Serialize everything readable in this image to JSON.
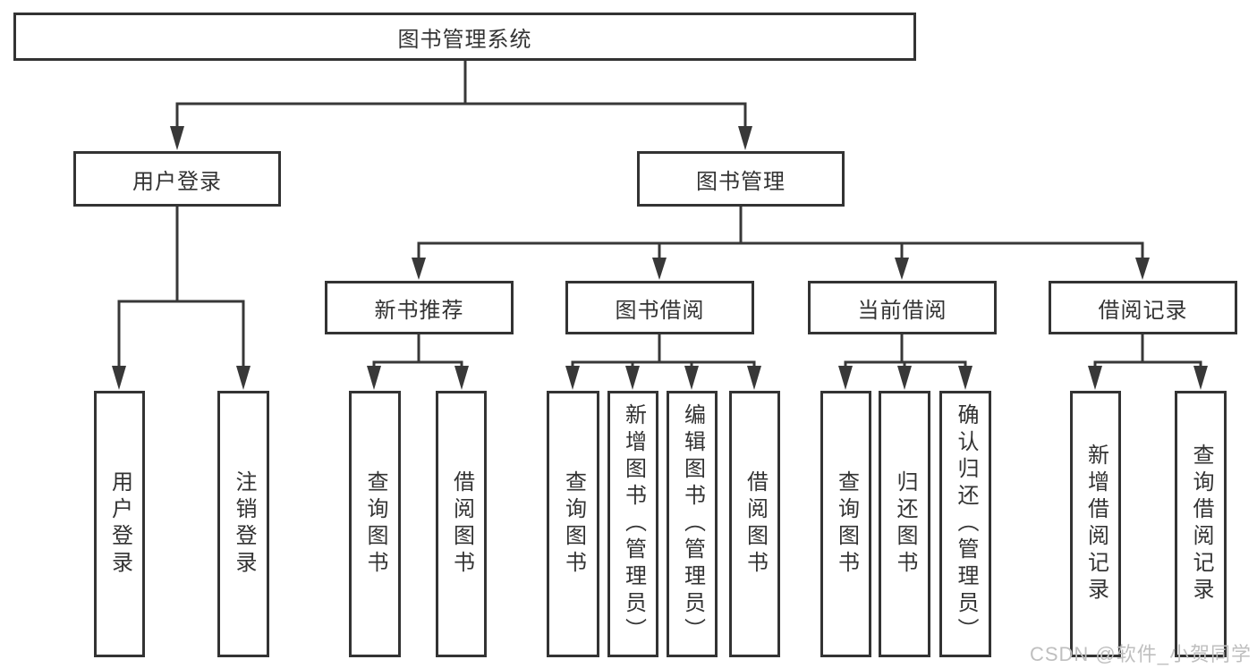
{
  "diagram": {
    "root": {
      "label": "图书管理系统",
      "children": [
        {
          "label": "用户登录",
          "children": [
            {
              "label": "用户登录"
            },
            {
              "label": "注销登录"
            }
          ]
        },
        {
          "label": "图书管理",
          "children": [
            {
              "label": "新书推荐",
              "children": [
                {
                  "label": "查询图书"
                },
                {
                  "label": "借阅图书"
                }
              ]
            },
            {
              "label": "图书借阅",
              "children": [
                {
                  "label": "查询图书"
                },
                {
                  "label": "新增图书（管理员）"
                },
                {
                  "label": "编辑图书（管理员）"
                },
                {
                  "label": "借阅图书"
                }
              ]
            },
            {
              "label": "当前借阅",
              "children": [
                {
                  "label": "查询图书"
                },
                {
                  "label": "归还图书"
                },
                {
                  "label": "确认归还（管理员）"
                }
              ]
            },
            {
              "label": "借阅记录",
              "children": [
                {
                  "label": "新增借阅记录"
                },
                {
                  "label": "查询借阅记录"
                }
              ]
            }
          ]
        }
      ]
    },
    "watermark": "CSDN @软件_小贺同学",
    "colors": {
      "line": "#383838",
      "box_border": "#333333",
      "text": "#333333",
      "watermark": "#bfbfbf",
      "background": "#ffffff"
    }
  }
}
